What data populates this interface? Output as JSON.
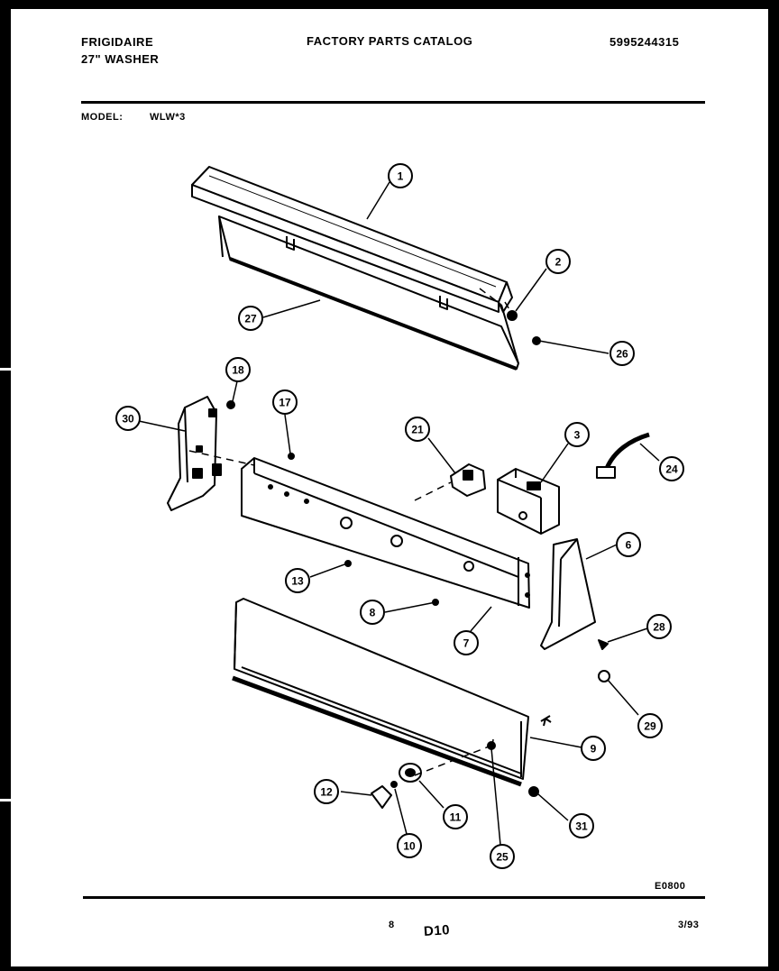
{
  "header": {
    "brand": "FRIGIDAIRE",
    "product": "27\" WASHER",
    "catalog_title": "FACTORY PARTS CATALOG",
    "catalog_number": "5995244315",
    "model_label": "MODEL:",
    "model_value": "WLW*3"
  },
  "footer": {
    "figure_code": "E0800",
    "page_number": "8",
    "section": "D10",
    "date": "3/93"
  },
  "callouts": [
    "1",
    "2",
    "26",
    "27",
    "18",
    "17",
    "30",
    "21",
    "3",
    "24",
    "6",
    "13",
    "8",
    "7",
    "28",
    "29",
    "9",
    "12",
    "11",
    "10",
    "25",
    "31"
  ]
}
